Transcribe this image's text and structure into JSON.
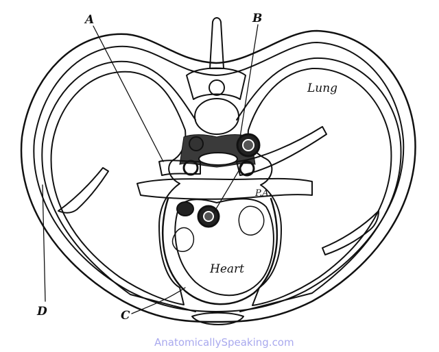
{
  "labels": {
    "a": "A",
    "b": "B",
    "c": "C",
    "d": "D",
    "lung": "Lung",
    "heart": "Heart",
    "pa": "P.A."
  },
  "watermark": "AnatomicallySpeaking.com",
  "colors": {
    "ink": "#111111",
    "paper": "#ffffff",
    "lung_fill": "#f4f4f1",
    "heart_fill": "#fafafa",
    "watermark": "#a9a9ee"
  }
}
